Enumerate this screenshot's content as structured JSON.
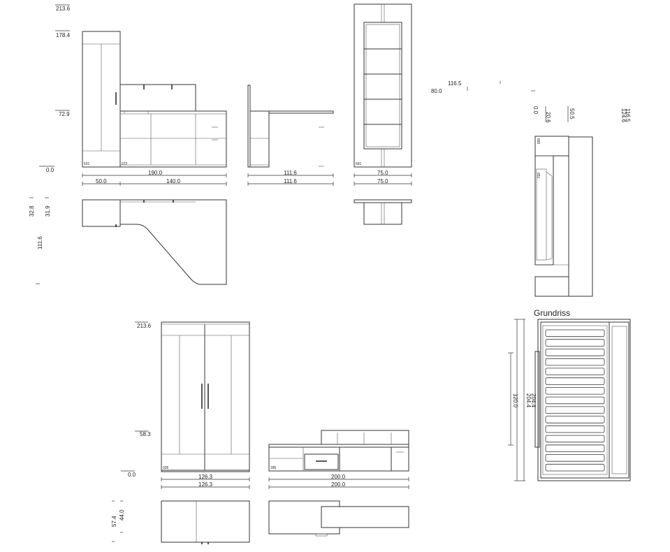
{
  "title": "Grundriss",
  "levels": {
    "h213_6": "213.6",
    "h178_4": "178.4",
    "h72_9": "72.9",
    "h0_0": "0.0",
    "h116_5": "116.5",
    "h80_0": "80.0",
    "h58_3": "58.3",
    "h213_6b": "213.6",
    "h0_0b": "0.0"
  },
  "dims": {
    "d190_0": "190.0",
    "d50_0": "50.0",
    "d140_0": "140.0",
    "d111_6a": "111.6",
    "d111_6b": "111.6",
    "d75_0a": "75.0",
    "d75_0b": "75.0",
    "d126_3a": "126.3",
    "d126_3b": "126.3",
    "d200_0a": "200.0",
    "d200_0b": "200.0"
  },
  "vertical_dims": {
    "v32_8": "32.8",
    "v31_9": "31.9",
    "v111_6": "111.6",
    "v57_4": "57.4",
    "v44_0": "44.0",
    "v0_0": "0.0",
    "v20_6": "20.6",
    "v50_5": "50.5",
    "v124_6": "124.6",
    "v116_5": "116.5",
    "v204_4a": "204.4",
    "v204_4b": "204.4",
    "v120_0": "120.0"
  },
  "codes": {
    "c631": "631",
    "c072": "072",
    "c691": "691",
    "c026": "026",
    "c185": "185",
    "c690": "690",
    "c651": "651"
  },
  "grundriss_slats": 15
}
